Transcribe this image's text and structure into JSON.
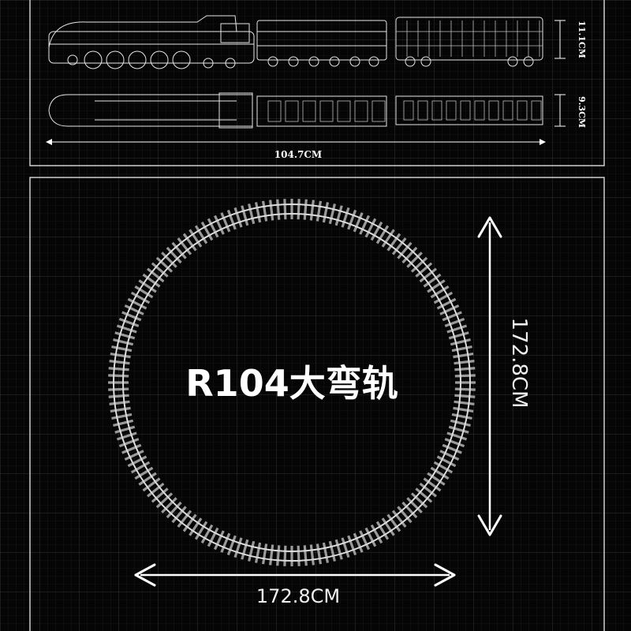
{
  "colors": {
    "background": "#050505",
    "grid": "#2a2a2a",
    "line": "#e8e8e8",
    "accent": "#ffffff"
  },
  "dimensions": {
    "top_height": "11.1CM",
    "top_width_plan": "9.3CM",
    "train_length": "104.7CM",
    "track_diameter_vertical": "172.8CM",
    "track_diameter_horizontal": "172.8CM"
  },
  "track": {
    "title": "R104大弯轨"
  }
}
